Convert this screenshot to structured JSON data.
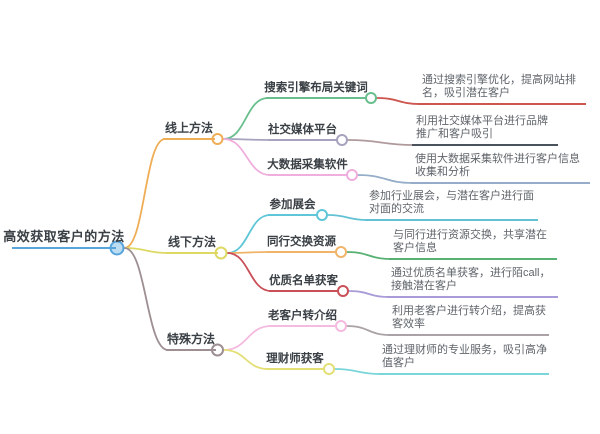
{
  "colors": {
    "background": "#ffffff",
    "node_text": "#3a4045",
    "leaf_text": "#5f646a",
    "root_circle_fill": "#bcdcf2"
  },
  "mindmap": {
    "root": {
      "id": "root",
      "label": "高效获取客户的方法",
      "color": "#58a5dc"
    },
    "branches": [
      {
        "id": "online",
        "label": "线上方法",
        "color": "#efad55",
        "children": [
          {
            "id": "search",
            "label": "搜索引擎布局关键词",
            "color": "#68bf8d",
            "leaf": {
              "id": "L1",
              "text": "通过搜索引擎优化，提高网站排名，吸引潜在客户",
              "color": "#cd5650"
            }
          },
          {
            "id": "social",
            "label": "社交媒体平台",
            "color": "#a7a2bd",
            "leaf": {
              "id": "L2",
              "text": "利用社交媒体平台进行品牌推广和客户吸引",
              "color": "#4a525c",
              "edge_color": "#b09a9c"
            }
          },
          {
            "id": "bigdata",
            "label": "大数据采集软件",
            "color": "#efaedd",
            "leaf": {
              "id": "L3",
              "text": "使用大数据采集软件进行客户信息收集和分析",
              "color": "#95adc8"
            }
          }
        ]
      },
      {
        "id": "offline",
        "label": "线下方法",
        "color": "#ddd964",
        "children": [
          {
            "id": "expo",
            "label": "参加展会",
            "color": "#5ec6d8",
            "leaf": {
              "id": "L4",
              "text": "参加行业展会，与潜在客户进行面对面的交流",
              "color": "#62c2d4"
            }
          },
          {
            "id": "peer",
            "label": "同行交换资源",
            "color": "#f0b469",
            "leaf": {
              "id": "L5",
              "text": "与同行进行资源交换，共享潜在客户信息",
              "color": "#57b173"
            }
          },
          {
            "id": "list",
            "label": "优质名单获客",
            "color": "#c94f58",
            "leaf": {
              "id": "L6",
              "text": "通过优质名单获客，进行陌call，接触潜在客户",
              "color": "#a99bd8"
            }
          }
        ]
      },
      {
        "id": "special",
        "label": "特殊方法",
        "color": "#9e8f92",
        "children": [
          {
            "id": "referral",
            "label": "老客户转介绍",
            "color": "#f4badf",
            "leaf": {
              "id": "L7",
              "text": "利用老客户进行转介绍，提高获客效率",
              "color": "#aaa2a6"
            }
          },
          {
            "id": "advisor",
            "label": "理财师获客",
            "color": "#e3df75",
            "leaf": {
              "id": "L8",
              "text": "通过理财师的专业服务，吸引高净值客户",
              "color": "#7bd6d9"
            }
          }
        ]
      }
    ]
  }
}
